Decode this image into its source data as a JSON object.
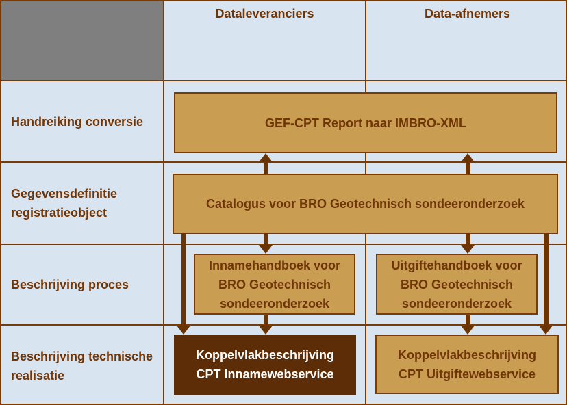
{
  "colors": {
    "background": "#d8e4f0",
    "gray_cell": "#7f7f7f",
    "grid_line": "#7a3b05",
    "box_fill": "#c99e52",
    "box_border": "#7a3b05",
    "dark_box_fill": "#5c2d07",
    "text_brown": "#703506",
    "text_white": "#ffffff",
    "arrow": "#6b3405"
  },
  "columns": {
    "dataleveranciers": "Dataleveranciers",
    "data_afnemers": "Data-afnemers"
  },
  "rows": {
    "handreiking_conversie": "Handreiking conversie",
    "gegevensdefinitie": "Gegevensdefinitie registratieobject",
    "beschrijving_proces": "Beschrijving proces",
    "beschrijving_technische_realisatie": "Beschrijving technische realisatie"
  },
  "boxes": {
    "gef_cpt": "GEF-CPT Report naar IMBRO-XML",
    "catalogus": "Catalogus voor BRO Geotechnisch sondeeronderzoek",
    "innamehandboek": "Innamehandboek voor BRO Geotechnisch sondeeronderzoek",
    "uitgiftehandboek": "Uitgiftehandboek voor BRO Geotechnisch sondeeronderzoek",
    "koppelvlak_inname": "Koppelvlakbeschrijving CPT Innamewebservice",
    "koppelvlak_uitgifte": "Koppelvlakbeschrijving CPT Uitgiftewebservice"
  }
}
